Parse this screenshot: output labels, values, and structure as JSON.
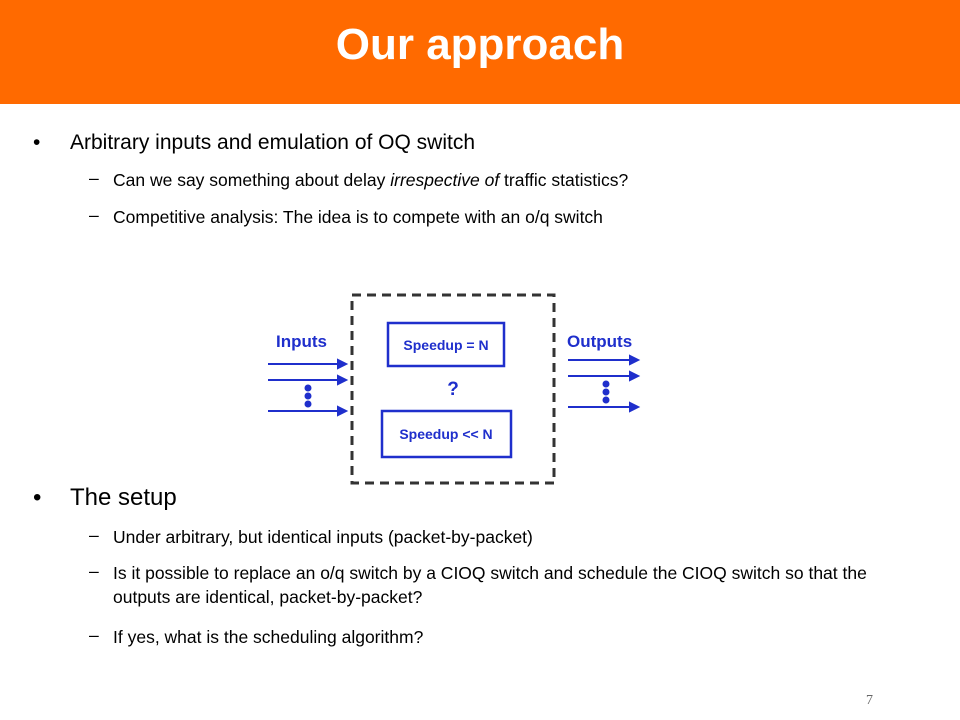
{
  "slide": {
    "title": "Our approach",
    "page_number": "7",
    "colors": {
      "title_bar": "#ff6a00",
      "title_text": "#ffffff",
      "diagram_blue": "#1f2fcc"
    }
  },
  "bullets": [
    {
      "text": "Arbitrary inputs and emulation of OQ switch",
      "subs": [
        {
          "pre": "Can we say something about delay ",
          "em": "irrespective of",
          "post": " traffic statistics?"
        },
        {
          "text": "Competitive analysis: The idea is to compete with an o/q switch"
        }
      ]
    },
    {
      "text": "The setup",
      "subs": [
        {
          "text": "Under arbitrary, but identical inputs (packet-by-packet)"
        },
        {
          "text": "Is it possible to replace an o/q switch by a CIOQ switch and schedule the CIOQ switch so that the outputs are identical, packet-by-packet?"
        },
        {
          "text": "If yes, what is the scheduling algorithm?"
        }
      ]
    }
  ],
  "diagram": {
    "inputs_label": "Inputs",
    "outputs_label": "Outputs",
    "top_box_label": "Speedup = N",
    "bottom_box_label": "Speedup << N",
    "question_mark": "?"
  },
  "glyphs": {
    "bullet": "•",
    "dash": "–"
  }
}
